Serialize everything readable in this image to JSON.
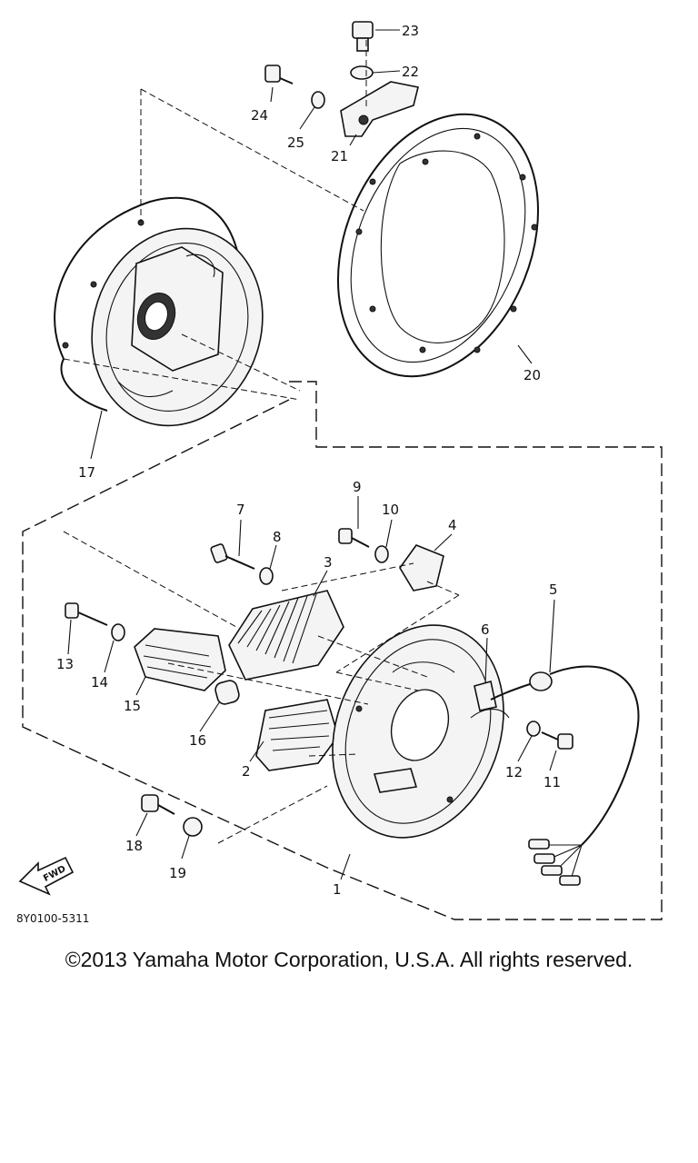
{
  "figure": {
    "code": "8Y0100-5311",
    "direction_label": "FWD"
  },
  "parts": [
    {
      "num": "1"
    },
    {
      "num": "2"
    },
    {
      "num": "3"
    },
    {
      "num": "4"
    },
    {
      "num": "5"
    },
    {
      "num": "6"
    },
    {
      "num": "7"
    },
    {
      "num": "8"
    },
    {
      "num": "9"
    },
    {
      "num": "10"
    },
    {
      "num": "11"
    },
    {
      "num": "12"
    },
    {
      "num": "13"
    },
    {
      "num": "14"
    },
    {
      "num": "15"
    },
    {
      "num": "16"
    },
    {
      "num": "17"
    },
    {
      "num": "18"
    },
    {
      "num": "19"
    },
    {
      "num": "20"
    },
    {
      "num": "21"
    },
    {
      "num": "22"
    },
    {
      "num": "23"
    },
    {
      "num": "24"
    },
    {
      "num": "25"
    }
  ],
  "copyright": "©2013 Yamaha Motor Corporation, U.S.A. All rights reserved."
}
